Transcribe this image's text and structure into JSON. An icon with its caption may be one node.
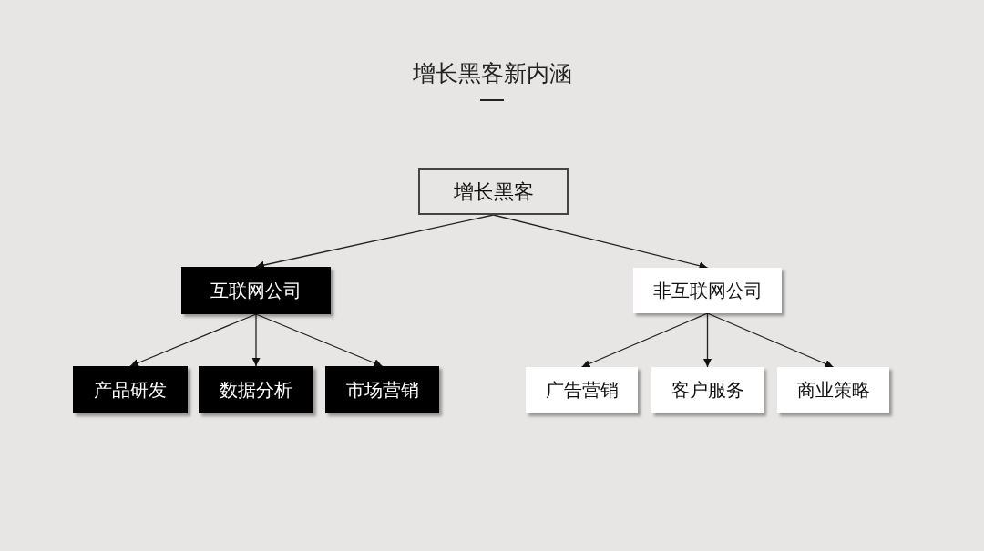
{
  "diagram": {
    "title": "增长黑客新内涵",
    "nodes": [
      {
        "text": [
          "增长黑客"
        ]
      },
      {
        "text": [
          "互联网公司"
        ]
      },
      {
        "text": [
          "非互联网公司"
        ]
      },
      {
        "text": [
          "产品研发"
        ]
      },
      {
        "text": [
          "数据分析"
        ]
      },
      {
        "text": [
          "市场营销"
        ]
      },
      {
        "text": [
          "广告营销"
        ]
      },
      {
        "text": [
          "客户服务"
        ]
      },
      {
        "text": [
          "商业策略"
        ]
      }
    ],
    "edges": [
      {
        "from": 0,
        "to": 1,
        "arrow": "to"
      },
      {
        "from": 0,
        "to": 2,
        "arrow": "to"
      },
      {
        "from": 1,
        "to": 3,
        "arrow": "to"
      },
      {
        "from": 1,
        "to": 4,
        "arrow": "to"
      },
      {
        "from": 1,
        "to": 5,
        "arrow": "to"
      },
      {
        "from": 2,
        "to": 6,
        "arrow": "to"
      },
      {
        "from": 2,
        "to": 7,
        "arrow": "to"
      },
      {
        "from": 2,
        "to": 8,
        "arrow": "to"
      }
    ]
  }
}
